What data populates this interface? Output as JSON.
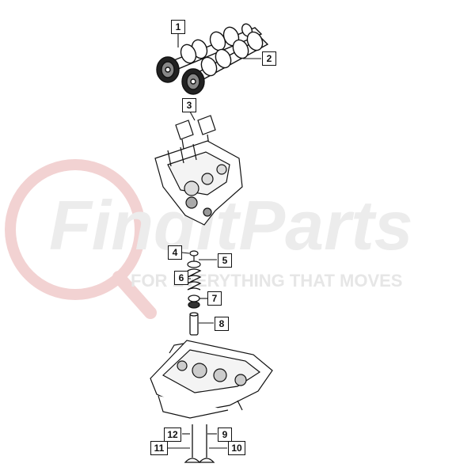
{
  "watermark": {
    "brand": "FinditParts",
    "tagline": "FOR EVERYTHING THAT MOVES",
    "brand_color": "#e8e8e8",
    "accent_color": "#f3d6d6"
  },
  "callouts": [
    "1",
    "2",
    "3",
    "4",
    "5",
    "6",
    "7",
    "8",
    "9",
    "10",
    "11",
    "12"
  ],
  "parts": [
    {
      "icon": "camshaft-icon",
      "callout": "1"
    },
    {
      "icon": "camshaft-icon",
      "callout": "2"
    },
    {
      "icon": "rocker-arm-icon",
      "callout": "3"
    },
    {
      "icon": "lash-adjuster-icon",
      "callout": "4"
    },
    {
      "icon": "valve-spring-seat-icon",
      "callout": "5"
    },
    {
      "icon": "valve-spring-icon",
      "callout": "6"
    },
    {
      "icon": "valve-retainer-icon",
      "callout": "7"
    },
    {
      "icon": "valve-guide-icon",
      "callout": "8"
    },
    {
      "icon": "valve-stem-seal-icon",
      "callout": "9"
    },
    {
      "icon": "exhaust-valve-icon",
      "callout": "10"
    },
    {
      "icon": "intake-valve-icon",
      "callout": "11"
    },
    {
      "icon": "valve-keeper-icon",
      "callout": "12"
    }
  ]
}
